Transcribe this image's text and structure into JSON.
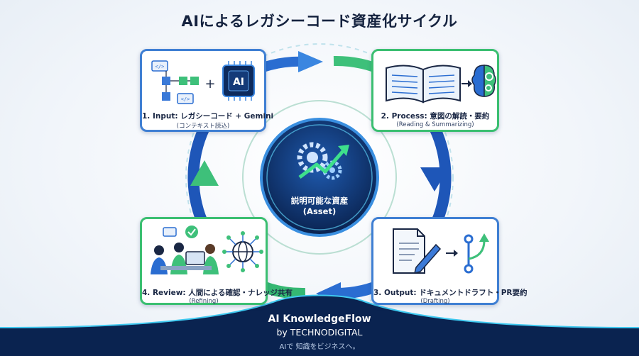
{
  "title": "AIによるレガシーコード資産化サイクル",
  "center": {
    "line1": "説明可能な資産",
    "line2": "(Asset)",
    "icon": "gears-growth-icon"
  },
  "steps": [
    {
      "title": "1. Input: レガシーコード + Gemini",
      "sub": "(コンテキスト読込)",
      "icons": [
        "code-flow-icon",
        "plus-icon",
        "ai-chip-icon"
      ],
      "chip_label": "AI"
    },
    {
      "title": "2. Process: 意図の解読・要約",
      "sub": "(Reading & Summarizing)",
      "icons": [
        "open-book-icon",
        "arrow-right-icon",
        "brain-gears-icon"
      ]
    },
    {
      "title": "3. Output: ドキュメントドラフト・PR要約",
      "sub": "(Drafting)",
      "icons": [
        "document-pen-icon",
        "arrow-right-icon",
        "git-branch-icon"
      ]
    },
    {
      "title": "4. Review: 人間による確認・ナレッジ共有",
      "sub": "(Refining)",
      "icons": [
        "team-review-icon",
        "network-globe-icon"
      ]
    }
  ],
  "footer": {
    "brand": "AI KnowledgeFlow",
    "by": "by TECHNODIGITAL",
    "tagline": "AIで 知識をビジネスへ。"
  },
  "colors": {
    "blue": "#2f6fd0",
    "green": "#3bbf71",
    "navy": "#0d2a5c",
    "title": "#15233f"
  }
}
